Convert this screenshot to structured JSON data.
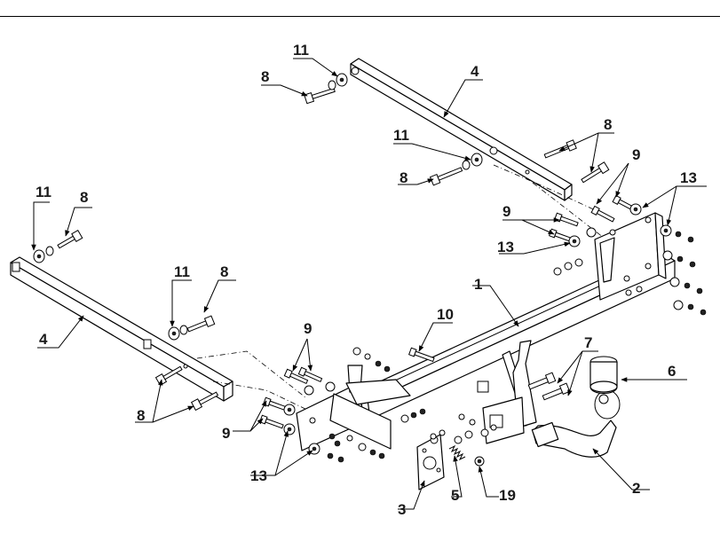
{
  "callouts": {
    "c1": "1",
    "c2": "2",
    "c3": "3",
    "c4a": "4",
    "c4b": "4",
    "c5": "5",
    "c6": "6",
    "c7": "7",
    "c8a": "8",
    "c8b": "8",
    "c8c": "8",
    "c8d": "8",
    "c8e": "8",
    "c8f": "8",
    "c9a": "9",
    "c9b": "9",
    "c9c": "9",
    "c9d": "9",
    "c10": "10",
    "c11a": "11",
    "c11b": "11",
    "c11c": "11",
    "c11d": "11",
    "c13a": "13",
    "c13b": "13",
    "c13c": "13",
    "c19": "19"
  }
}
